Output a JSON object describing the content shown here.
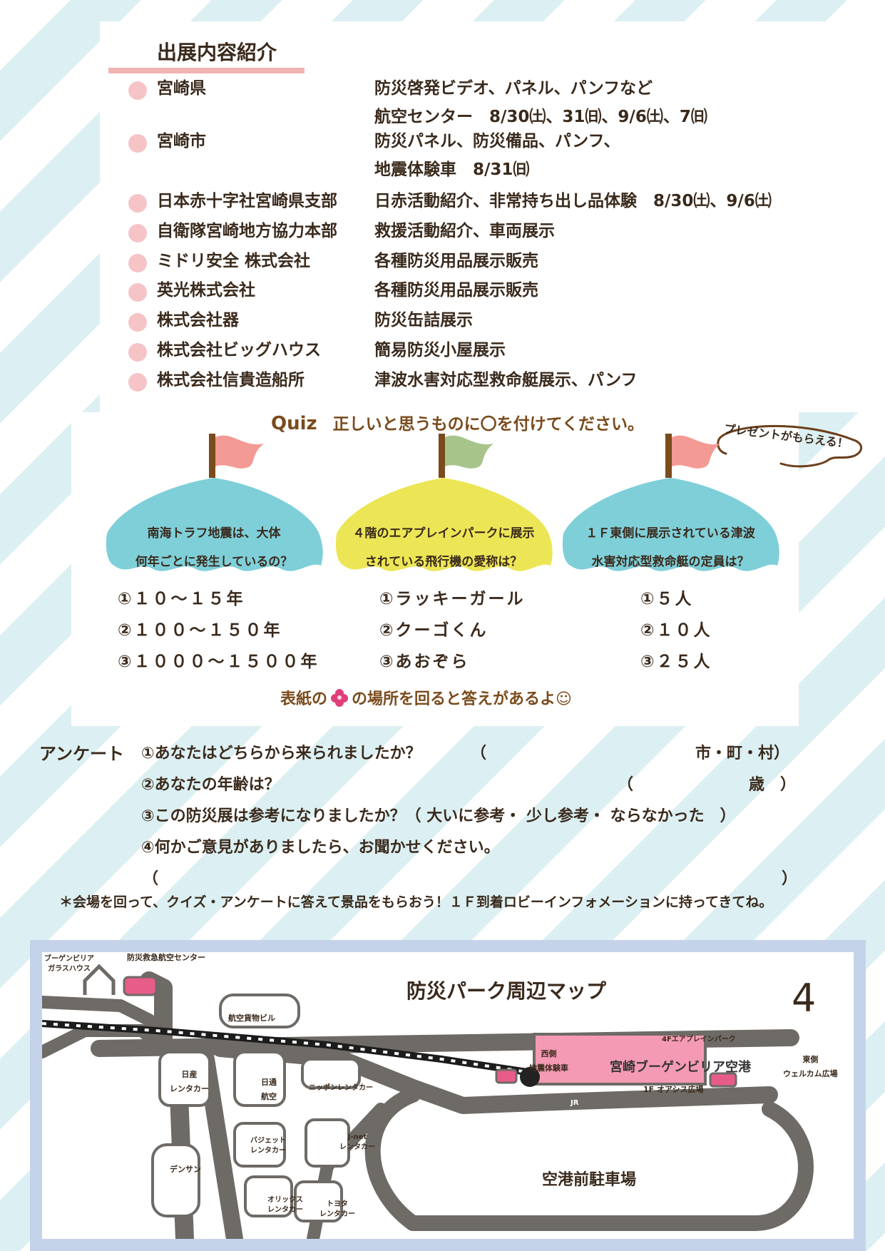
{
  "exhibits": {
    "title": "出展内容紹介",
    "items": [
      {
        "name": "宮崎県",
        "desc": "防災啓発ビデオ、パネル、パンフなど",
        "desc2": "航空センター　8/30㈯、31㈰、9/6㈯、7㈰"
      },
      {
        "name": "宮崎市",
        "desc": "防災パネル、防災備品、パンフ、",
        "desc2": "地震体験車　8/31㈰"
      },
      {
        "name": "日本赤十字社宮崎県支部",
        "desc": "日赤活動紹介、非常持ち出し品体験　8/30㈯、9/6㈯"
      },
      {
        "name": "自衛隊宮崎地方協力本部",
        "desc": "救援活動紹介、車両展示"
      },
      {
        "name": "ミドリ安全 株式会社",
        "desc": "各種防災用品展示販売"
      },
      {
        "name": "英光株式会社",
        "desc": "各種防災用品展示販売"
      },
      {
        "name": "株式会社器",
        "desc": "防災缶詰展示"
      },
      {
        "name": "株式会社ビッグハウス",
        "desc": "簡易防災小屋展示"
      },
      {
        "name": "株式会社信貴造船所",
        "desc": "津波水害対応型救命艇展示、パンフ"
      }
    ]
  },
  "quiz": {
    "label": "Quiz",
    "instruction": "正しいと思うものに〇を付けてください。",
    "present": "プレゼントがもらえる！",
    "questions": [
      {
        "line1": "南海トラフ地震は、大体",
        "line2": "何年ごとに発生しているの？",
        "options": [
          "①１０〜１５年",
          "②１００〜１５０年",
          "③１０００〜１５００年"
        ]
      },
      {
        "line1": "４階のエアプレインパークに展示",
        "line2": "されている飛行機の愛称は？",
        "options": [
          "①ラッキーガール",
          "②クーゴくん",
          "③あおぞら"
        ]
      },
      {
        "line1": "１Ｆ東側に展示されている津波",
        "line2": "水害対応型救命艇の定員は？",
        "options": [
          "①５人",
          "②１０人",
          "③２５人"
        ]
      }
    ],
    "hint_before": "表紙の",
    "hint_after": "の場所を回ると答えがあるよ☺"
  },
  "survey": {
    "label": "アンケート",
    "q1": "①あなたはどちらから来られましたか？",
    "q1_open": "（",
    "q1_close": "市・町・村）",
    "q2": "②あなたの年齢は？",
    "q2_open": "（",
    "q2_close": "歳　）",
    "q3": "③この防災展は参考になりましたか？（ 大いに参考・ 少し参考・ ならなかった　）",
    "q4": "④何かご意見がありましたら、お聞かせください。",
    "q4_open": "（",
    "q4_close": "）"
  },
  "note": "＊会場を回って、クイズ・アンケートに答えて景品をもらおう！１Ｆ到着ロビーインフォメーションに持ってきてね。",
  "map": {
    "title": "防災パーク周辺マップ",
    "labels": {
      "glasshouse1": "ブーゲンビリア",
      "glasshouse2": "ガラスハウス",
      "center": "防災救急航空センター",
      "cargo": "航空貨物ビル",
      "nissan1": "日産",
      "nissan2": "レンタカー",
      "jal1": "日通",
      "jal2": "航空",
      "nippon": "ニッポンレンタカー",
      "budget1": "バジェット",
      "budget2": "レンタカー",
      "jnet1": "J-net",
      "jnet2": "レンタカー",
      "densan": "デンサン",
      "orix1": "オリックス",
      "orix2": "レンタカー",
      "toyota1": "トヨタ",
      "toyota2": "レンタカー",
      "west1": "西側",
      "west2": "地震体験車",
      "airpark": "4Fエアプレインパーク",
      "airport": "宮崎ブーゲンビリア空港",
      "oasis": "1F オアシス広場",
      "jr": "JR",
      "east1": "東側",
      "east2": "ウェルカム広場",
      "parking": "空港前駐車場",
      "floor": "4"
    }
  }
}
